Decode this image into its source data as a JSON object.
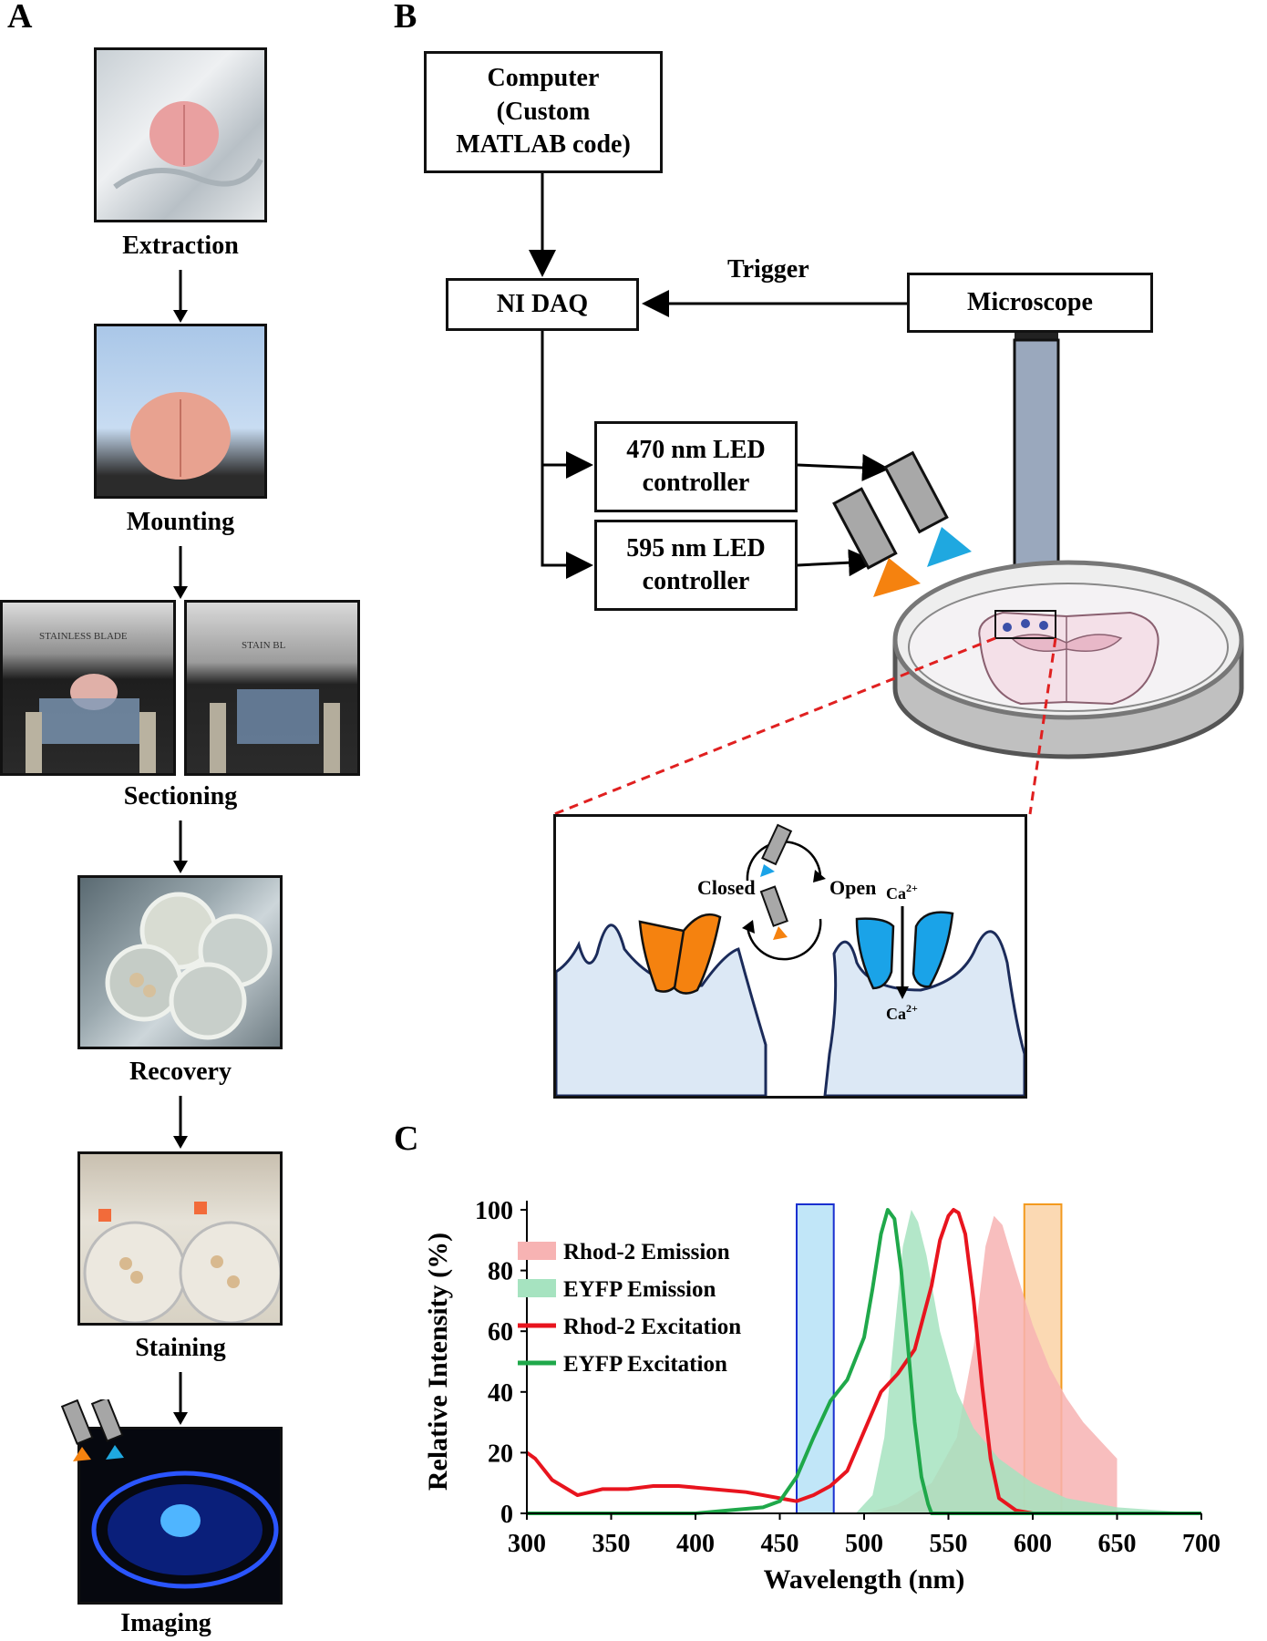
{
  "panels": {
    "a": "A",
    "b": "B",
    "c": "C"
  },
  "workflow": {
    "steps": [
      {
        "label": "Extraction"
      },
      {
        "label": "Mounting"
      },
      {
        "label": "Sectioning"
      },
      {
        "label": "Recovery"
      },
      {
        "label": "Staining"
      },
      {
        "label": "Imaging"
      }
    ],
    "photo_text": {
      "blade": "STAINLESS BLADE",
      "blade_short": "STAIN BL"
    }
  },
  "setup": {
    "computer": "Computer (Custom MATLAB code)",
    "computer_lines": [
      "Computer",
      "(Custom",
      "MATLAB code)"
    ],
    "daq": "NI DAQ",
    "trigger": "Trigger",
    "microscope": "Microscope",
    "led470_lines": [
      "470 nm LED",
      "controller"
    ],
    "led595_lines": [
      "595 nm LED",
      "controller"
    ],
    "closed": "Closed",
    "open": "Open",
    "ca_top": "Ca",
    "ca_bottom": "Ca",
    "ca_sup": "2+",
    "colors": {
      "blue_led": "#1fa8e0",
      "orange_led": "#f5820f",
      "channel_orange": "#f5820f",
      "channel_blue": "#1aa3e8",
      "cell": "#dce8f5",
      "red_dash": "#e02020"
    }
  },
  "chart_data": {
    "type": "line",
    "xlabel": "Wavelength (nm)",
    "ylabel": "Relative Intensity (%)",
    "xlim": [
      300,
      700
    ],
    "ylim": [
      0,
      100
    ],
    "xticks": [
      300,
      350,
      400,
      450,
      500,
      550,
      600,
      650,
      700
    ],
    "yticks": [
      0,
      20,
      40,
      60,
      80,
      100
    ],
    "legend_position": "top-left",
    "series": [
      {
        "name": "Rhod-2 Emission",
        "style": "area",
        "color": "#f7b3b3",
        "x": [
          500,
          520,
          540,
          555,
          565,
          572,
          577,
          582,
          590,
          600,
          610,
          620,
          630,
          640,
          650,
          650
        ],
        "y": [
          0,
          3,
          10,
          25,
          55,
          88,
          98,
          95,
          80,
          62,
          48,
          38,
          30,
          24,
          18,
          0
        ]
      },
      {
        "name": "EYFP Emission",
        "style": "area",
        "color": "#a6e3c0",
        "x": [
          495,
          505,
          512,
          518,
          523,
          528,
          532,
          537,
          545,
          555,
          565,
          580,
          600,
          620,
          650,
          700
        ],
        "y": [
          0,
          6,
          25,
          60,
          88,
          100,
          96,
          85,
          60,
          40,
          28,
          18,
          10,
          5,
          2,
          0
        ]
      },
      {
        "name": "Rhod-2 Excitation",
        "style": "line",
        "color": "#e8141e",
        "x": [
          300,
          305,
          315,
          330,
          345,
          360,
          375,
          390,
          410,
          430,
          450,
          460,
          470,
          480,
          490,
          500,
          510,
          520,
          530,
          540,
          545,
          550,
          553,
          556,
          560,
          565,
          570,
          575,
          580,
          590,
          600,
          620,
          650,
          700
        ],
        "y": [
          20,
          18,
          11,
          6,
          8,
          8,
          9,
          9,
          8,
          7,
          5,
          4,
          6,
          9,
          14,
          27,
          40,
          46,
          54,
          75,
          90,
          98,
          100,
          99,
          92,
          70,
          42,
          18,
          5,
          1,
          0,
          0,
          0,
          0
        ]
      },
      {
        "name": "EYFP Excitation",
        "style": "line",
        "color": "#1fa84a",
        "x": [
          300,
          400,
          420,
          440,
          450,
          460,
          470,
          480,
          490,
          500,
          505,
          510,
          514,
          518,
          522,
          526,
          530,
          534,
          538,
          540,
          560,
          600,
          700
        ],
        "y": [
          0,
          0,
          1,
          2,
          4,
          12,
          25,
          37,
          44,
          58,
          74,
          92,
          100,
          97,
          80,
          55,
          30,
          12,
          3,
          0,
          0,
          0,
          0
        ]
      }
    ],
    "bands": [
      {
        "x": [
          460,
          482
        ],
        "fill": "#9fd9f5",
        "stroke": "#1a2fd0"
      },
      {
        "x": [
          595,
          617
        ],
        "fill": "#f9c58b",
        "stroke": "#f39a1e"
      }
    ]
  }
}
